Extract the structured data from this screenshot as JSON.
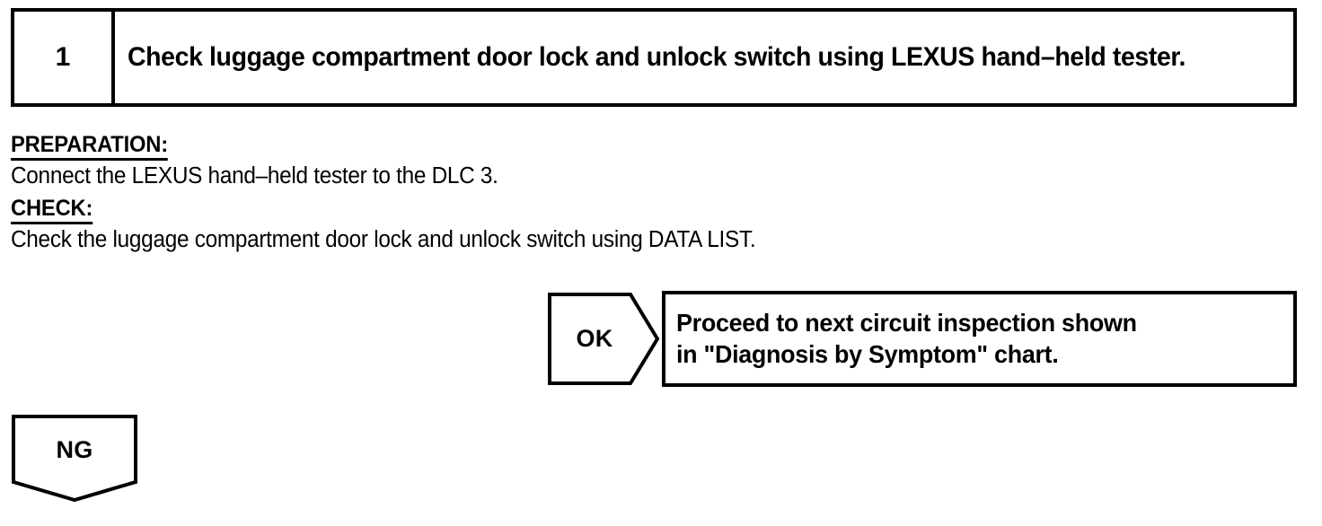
{
  "step": {
    "number": "1",
    "instruction": "Check luggage compartment door lock and unlock switch using LEXUS hand–held tester."
  },
  "procedure": {
    "preparation_label": "PREPARATION:",
    "preparation_text": "Connect the LEXUS hand–held tester to the DLC 3.",
    "check_label": "CHECK:",
    "check_text": "Check the luggage compartment door lock and unlock switch using DATA LIST."
  },
  "branches": {
    "ok": {
      "label": "OK",
      "result_line_1": "Proceed to next circuit inspection shown",
      "result_line_2": "in \"Diagnosis by Symptom\" chart."
    },
    "ng": {
      "label": "NG"
    }
  },
  "colors": {
    "ink": "#000000",
    "paper": "#ffffff"
  }
}
